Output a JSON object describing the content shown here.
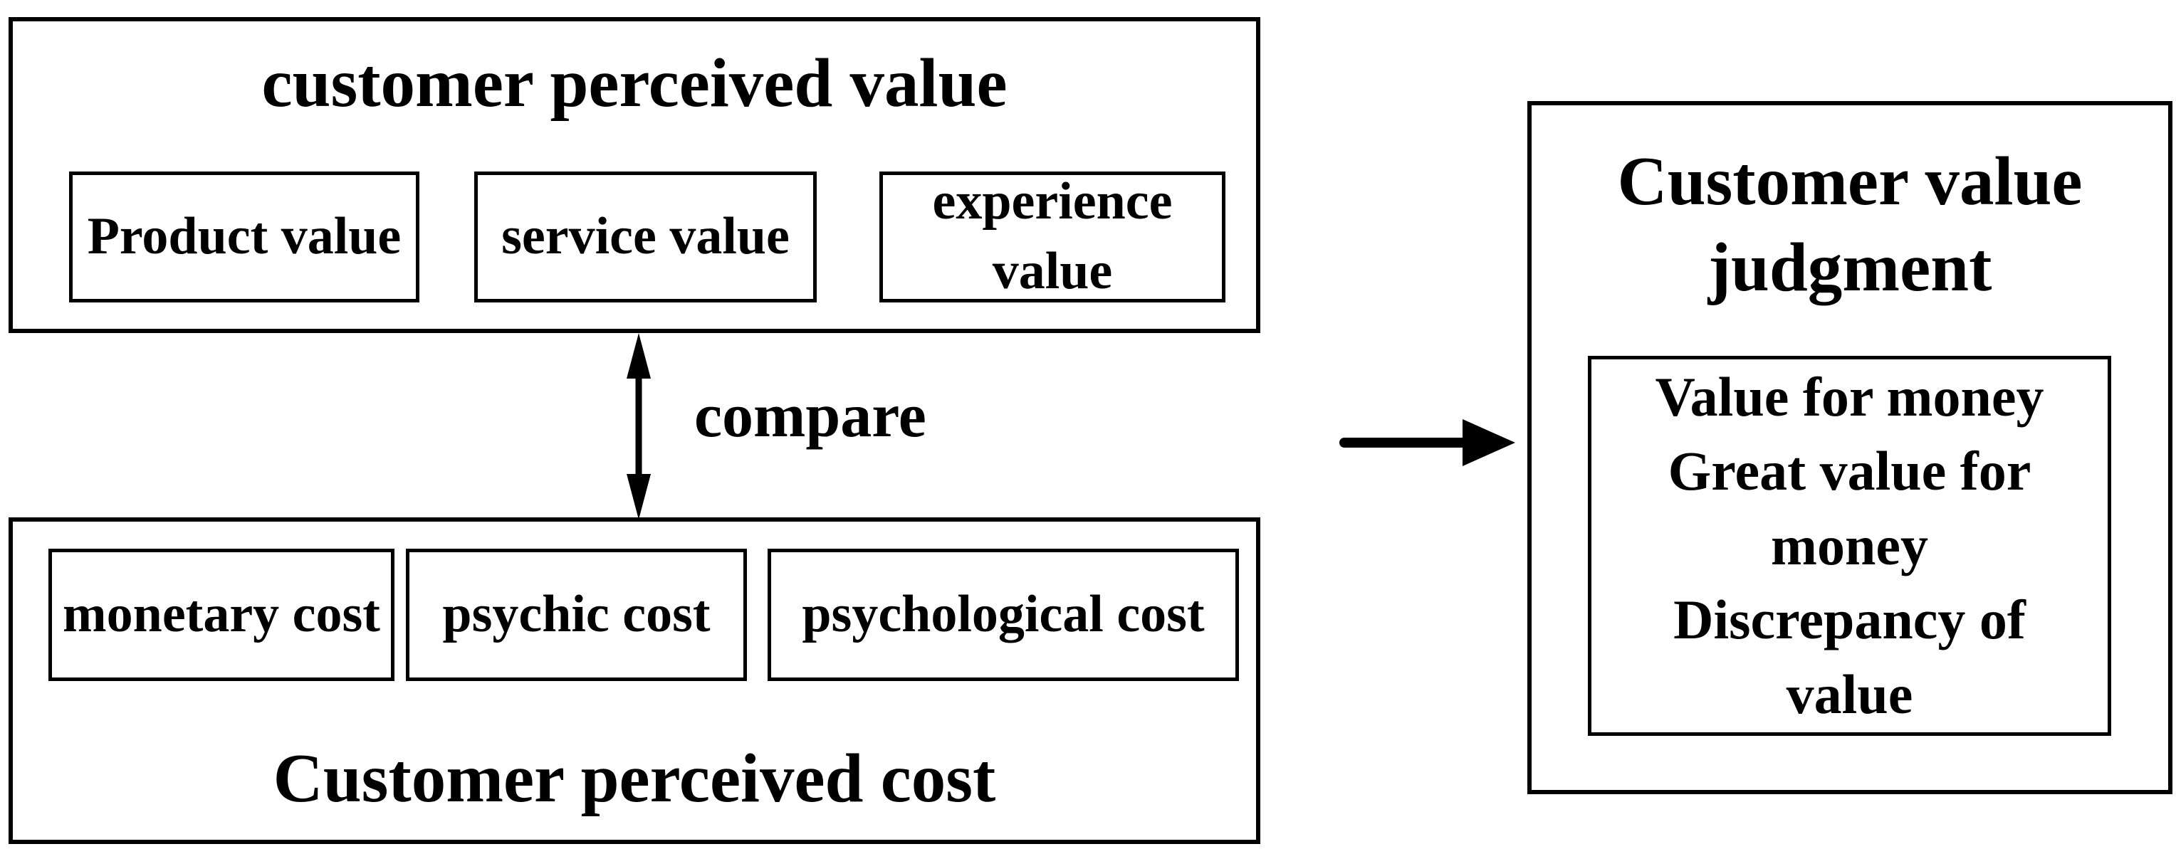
{
  "diagram": {
    "colors": {
      "border": "#000000",
      "background": "#ffffff",
      "text": "#000000"
    },
    "perceived_value": {
      "title": "customer perceived value",
      "items": [
        {
          "label": "Product value"
        },
        {
          "label": "service value"
        },
        {
          "label": "experience value"
        }
      ]
    },
    "compare_label": "compare",
    "perceived_cost": {
      "title": "Customer perceived cost",
      "items": [
        {
          "label": "monetary cost"
        },
        {
          "label": "psychic cost"
        },
        {
          "label": "psychological cost"
        }
      ]
    },
    "judgment": {
      "title": "Customer value judgment",
      "outcomes": [
        "Value for money",
        "Great value for money",
        "Discrepancy of value"
      ]
    }
  }
}
